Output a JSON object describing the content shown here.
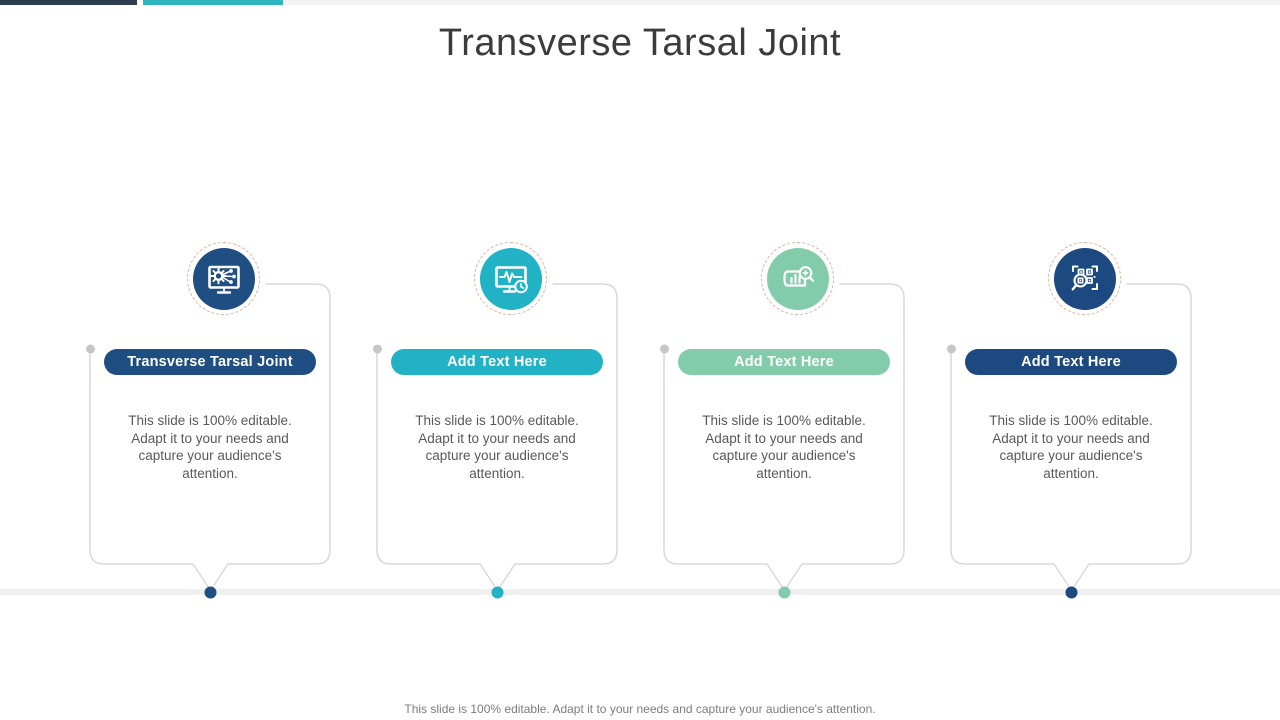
{
  "topbar": {
    "dark_color": "#2e3e4e",
    "teal_color": "#2fb5c0",
    "light_color": "#f2f2f2"
  },
  "title": "Transverse Tarsal Joint",
  "cards": [
    {
      "label": "Transverse Tarsal Joint",
      "body": "This slide is 100% editable. Adapt it to your needs and capture your audience's attention.",
      "accent": "#1f4e82",
      "icon": "monitor-gear-network-icon"
    },
    {
      "label": "Add Text Here",
      "body": "This slide is 100% editable. Adapt it to your needs and capture your audience's attention.",
      "accent": "#22b2c6",
      "icon": "monitor-pulse-clock-icon"
    },
    {
      "label": "Add Text Here",
      "body": "This slide is 100% editable. Adapt it to your needs and capture your audience's attention.",
      "accent": "#82ccab",
      "icon": "chart-magnifier-icon"
    },
    {
      "label": "Add Text Here",
      "body": "This slide is 100% editable. Adapt it to your needs and capture your audience's attention.",
      "accent": "#1c4a80",
      "icon": "qr-magnifier-icon"
    }
  ],
  "footer": "This slide is 100% editable. Adapt it to your needs and capture your audience's attention.",
  "colors": {
    "card_border": "#d9d9d9",
    "dashed_ring": "#ddb49c",
    "anchor_dot": "#c6c6c6",
    "body_text": "#595959",
    "timeline": "#efefef"
  }
}
